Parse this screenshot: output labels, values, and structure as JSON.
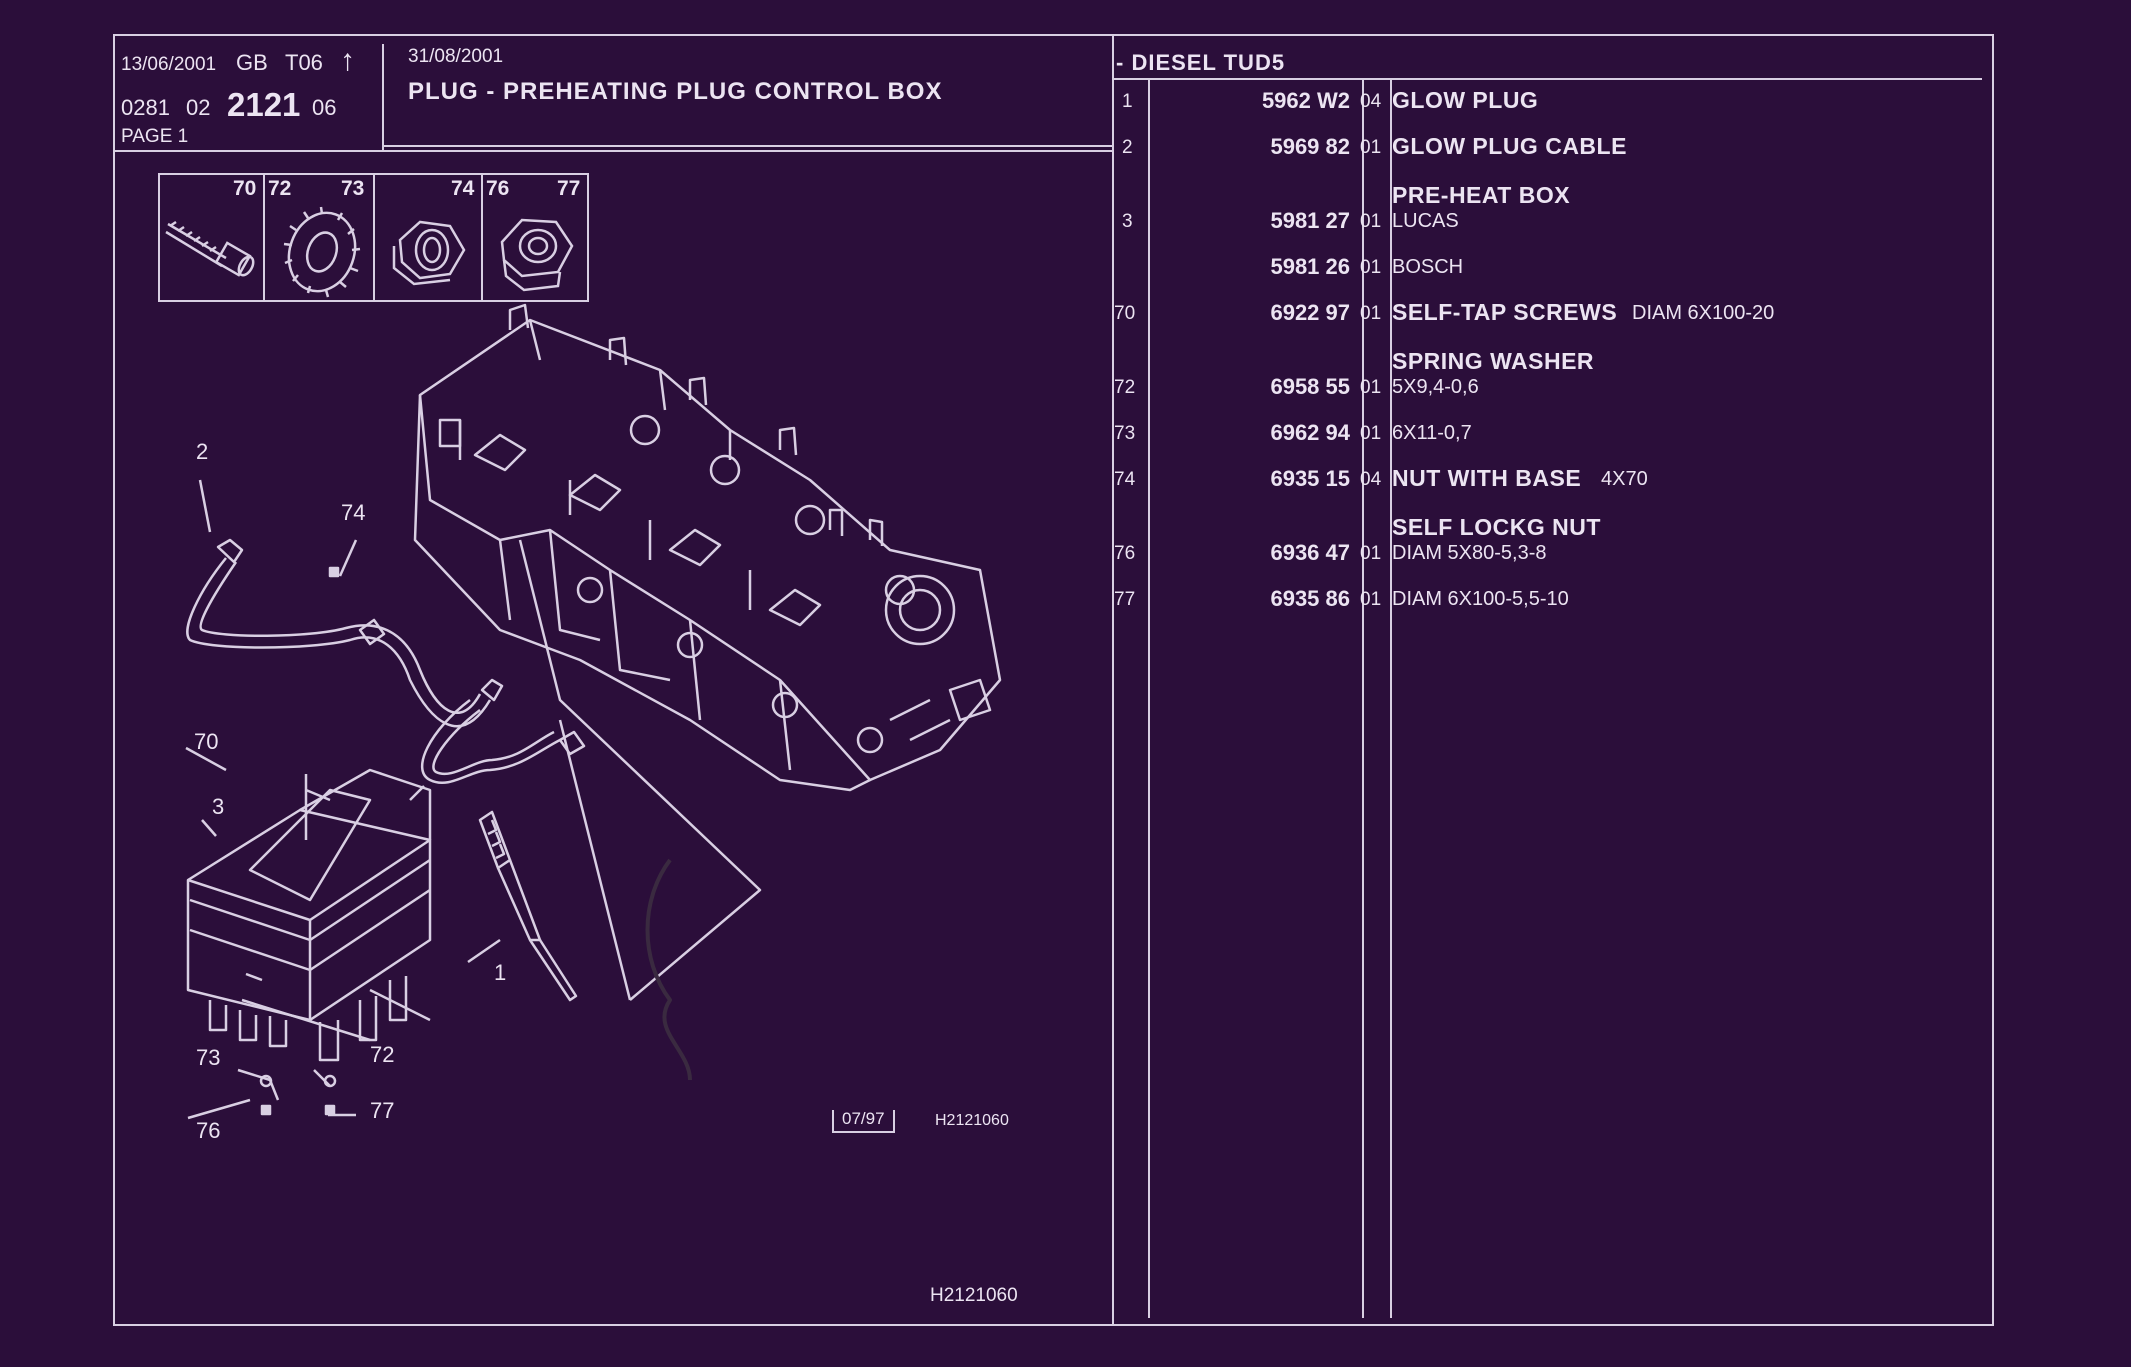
{
  "header": {
    "date1": "13/06/2001",
    "lang": "GB",
    "code_t": "T06",
    "arrow": "↑",
    "num_a": "0281",
    "num_b": "02",
    "num_main": "2121",
    "num_c": "06",
    "page": "PAGE 1",
    "date2": "31/08/2001",
    "title": "PLUG - PREHEATING PLUG CONTROL BOX"
  },
  "section_title": "- DIESEL TUD5",
  "hardware_ids": [
    "70",
    "72",
    "73",
    "74",
    "76",
    "77"
  ],
  "parts": [
    {
      "item": "1",
      "ref": "5962 W2",
      "qty": "04",
      "desc": "GLOW PLUG",
      "detail": ""
    },
    {
      "item": "2",
      "ref": "5969 82",
      "qty": "01",
      "desc": "GLOW PLUG CABLE",
      "detail": ""
    },
    {
      "item": "",
      "ref": "",
      "qty": "",
      "desc": "PRE-HEAT BOX",
      "detail": ""
    },
    {
      "item": "3",
      "ref": "5981 27",
      "qty": "01",
      "desc": "",
      "detail": "LUCAS"
    },
    {
      "item": "",
      "ref": "5981 26",
      "qty": "01",
      "desc": "",
      "detail": "BOSCH"
    },
    {
      "item": "70",
      "ref": "6922 97",
      "qty": "01",
      "desc": "SELF-TAP SCREWS",
      "detail": "DIAM 6X100-20"
    },
    {
      "item": "",
      "ref": "",
      "qty": "",
      "desc": "SPRING WASHER",
      "detail": ""
    },
    {
      "item": "72",
      "ref": "6958 55",
      "qty": "01",
      "desc": "",
      "detail": "5X9,4-0,6"
    },
    {
      "item": "73",
      "ref": "6962 94",
      "qty": "01",
      "desc": "",
      "detail": "6X11-0,7"
    },
    {
      "item": "74",
      "ref": "6935 15",
      "qty": "04",
      "desc": "NUT WITH BASE",
      "detail": "4X70"
    },
    {
      "item": "",
      "ref": "",
      "qty": "",
      "desc": "SELF LOCKG NUT",
      "detail": ""
    },
    {
      "item": "76",
      "ref": "6936 47",
      "qty": "01",
      "desc": "",
      "detail": "DIAM 5X80-5,3-8"
    },
    {
      "item": "77",
      "ref": "6935 86",
      "qty": "01",
      "desc": "",
      "detail": "DIAM 6X100-5,5-10"
    }
  ],
  "diagram_labels": {
    "l2": "2",
    "l74": "74",
    "l70": "70",
    "l3": "3",
    "l1": "1",
    "l73": "73",
    "l72": "72",
    "l76": "76",
    "l77": "77"
  },
  "footer": {
    "date_box": "07/97",
    "ref_small": "H2121060",
    "ref_bottom": "H2121060"
  },
  "colors": {
    "background": "#2b0e3a",
    "line": "#d9cfe3",
    "text": "#ece4f2"
  }
}
